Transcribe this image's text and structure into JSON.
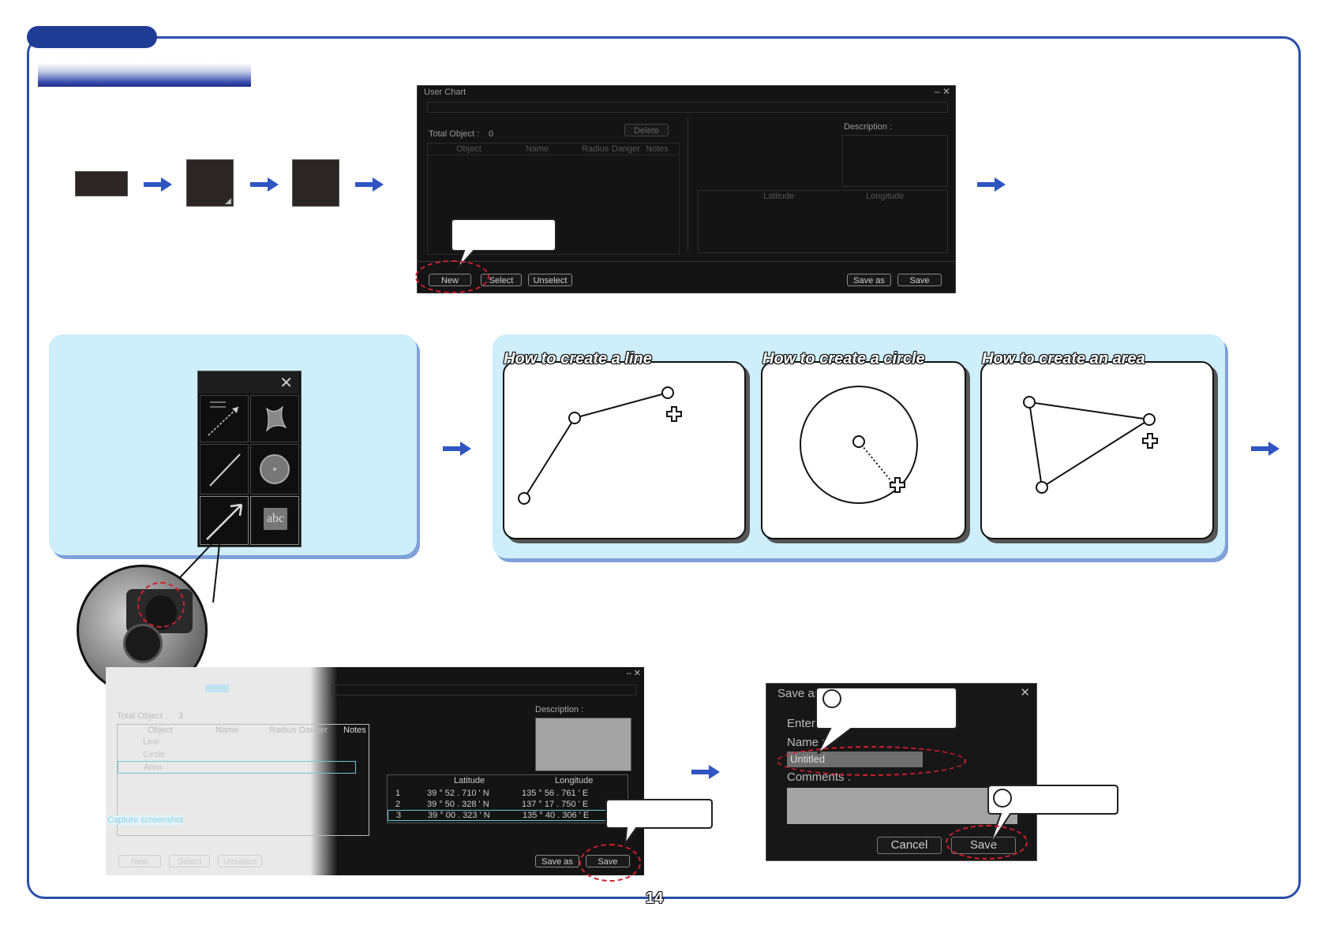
{
  "page_number": "14",
  "user_chart_window": {
    "title": "User Chart",
    "total_object_label": "Total Object :",
    "total_object_value": "0",
    "delete_button": "Delete",
    "columns": [
      "Object",
      "Name",
      "Radius",
      "Danger",
      "Notes"
    ],
    "description_label": "Description :",
    "coord_columns": [
      "Latitude",
      "Longitude"
    ],
    "buttons": {
      "new": "New",
      "select": "Select",
      "unselect": "Unselect",
      "save_as": "Save as",
      "save": "Save"
    }
  },
  "palette": {
    "row1": [
      "",
      "",
      ""
    ],
    "row2": [
      "",
      ""
    ],
    "row3": [
      "",
      "abc"
    ]
  },
  "creation_cards": {
    "line": {
      "title": "How to create a line"
    },
    "circle": {
      "title": "How to create a circle"
    },
    "area": {
      "title": "How to create an area"
    }
  },
  "filled_window": {
    "total_object_label": "Total Object :",
    "total_object_value": "3",
    "columns": [
      "Object",
      "Name",
      "Radius",
      "Danger",
      "Notes"
    ],
    "rows": [
      {
        "object": "Line"
      },
      {
        "object": "Circle"
      },
      {
        "object": "Area"
      }
    ],
    "capture_label": "Capture screenshot",
    "description_label": "Description :",
    "coord_header": [
      "Latitude",
      "Longitude"
    ],
    "coords": [
      {
        "n": "1",
        "lat": "39 °  52 . 710 ' N",
        "lon": "135  °  56 . 761 ' E"
      },
      {
        "n": "2",
        "lat": "39 °  50 . 328 ' N",
        "lon": "137  °  17 . 750 ' E"
      },
      {
        "n": "3",
        "lat": "39 °  00 . 323 ' N",
        "lon": "135  °  40 . 306 ' E"
      }
    ],
    "buttons": {
      "new": "New",
      "select": "Select",
      "unselect": "Unselect",
      "save_as": "Save as",
      "save": "Save"
    }
  },
  "save_as_dialog": {
    "title": "Save as",
    "enter_label": "Enter",
    "name_label": "Name :",
    "name_value": "Untitled",
    "comments_label": "Comments :",
    "cancel": "Cancel",
    "save": "Save"
  },
  "colors": {
    "frame": "#2a4fa8",
    "arrow": "#2e55c0",
    "highlight": "#d21f2a",
    "panel": "#cdeefa"
  }
}
